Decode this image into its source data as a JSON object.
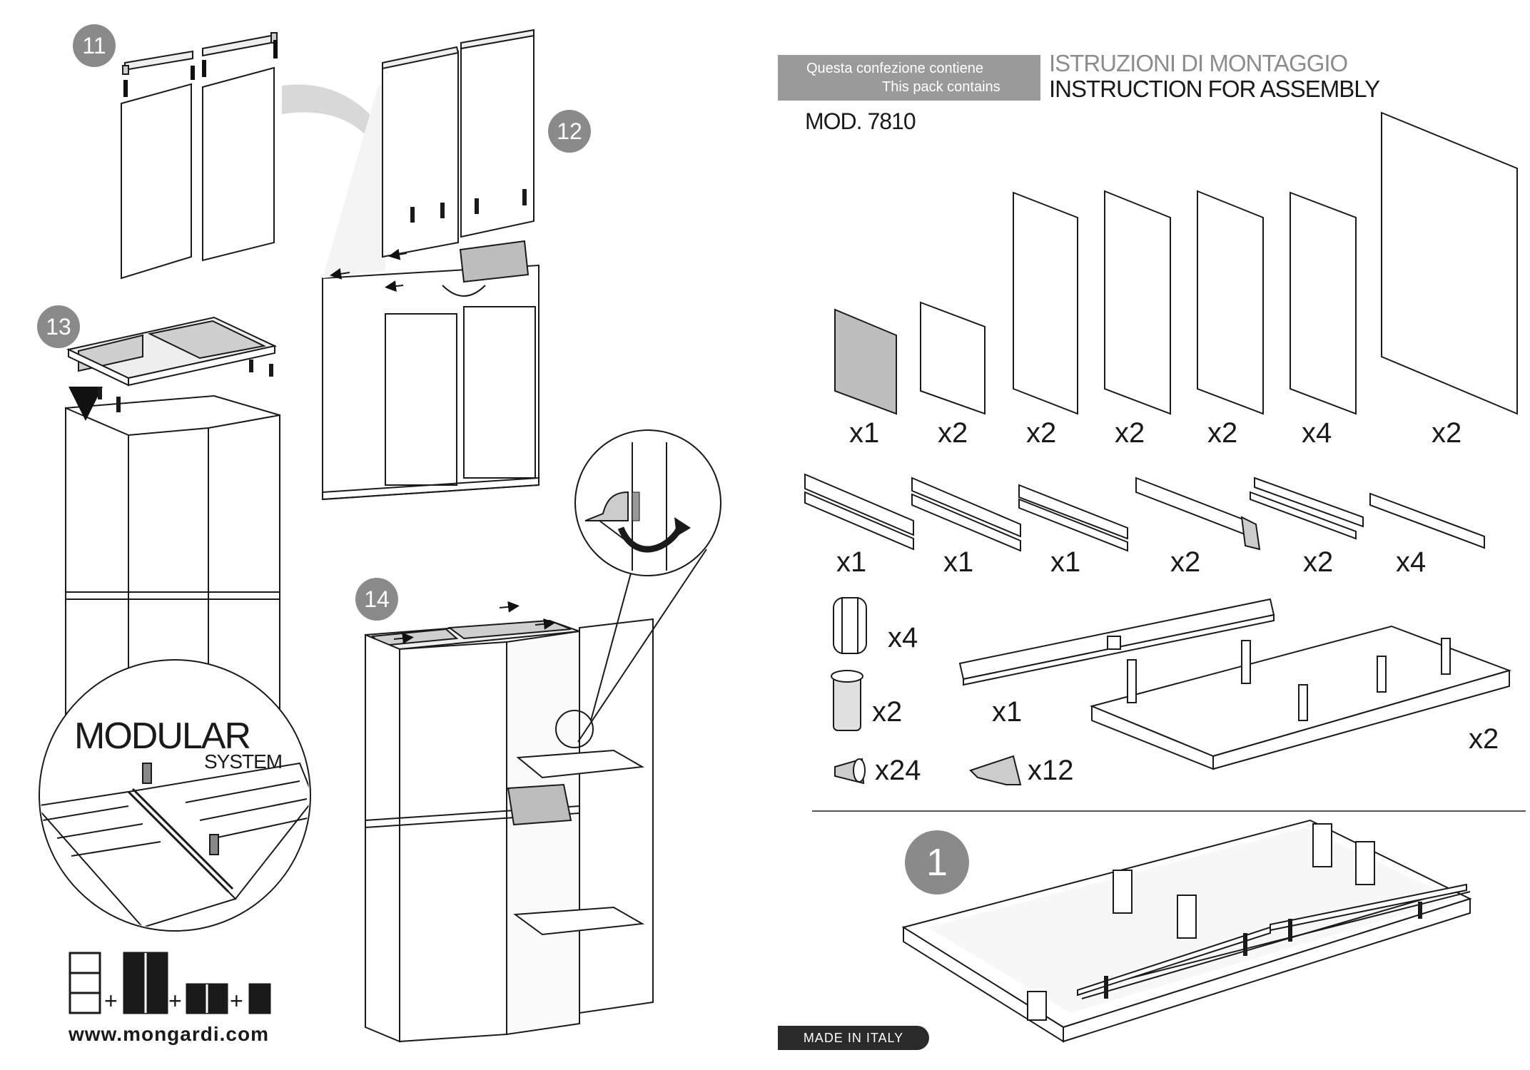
{
  "steps": {
    "s11": "11",
    "s12": "12",
    "s13": "13",
    "s14": "14",
    "s1": "1"
  },
  "modular": {
    "title": "MODULAR",
    "subtitle": "SYSTEM",
    "website": "www.mongardi.com"
  },
  "header": {
    "pack_it": "Questa confezione contiene",
    "pack_en": "This pack contains",
    "title_it": "ISTRUZIONI DI MONTAGGIO",
    "title_en": "INSTRUCTION FOR ASSEMBLY",
    "model": "MOD. 7810"
  },
  "parts": {
    "panels": [
      "x1",
      "x2",
      "x2",
      "x2",
      "x2",
      "x4",
      "x2"
    ],
    "frames": [
      "x1",
      "x1",
      "x1",
      "x2",
      "x2",
      "x4"
    ],
    "hardware": {
      "connector": "x4",
      "pin": "x2",
      "bar": "x1",
      "peg": "x24",
      "shelf_support": "x12",
      "base": "x2"
    }
  },
  "footer": {
    "made_in": "MADE IN ITALY"
  },
  "colors": {
    "badge": "#8a8a8a",
    "header_box": "#9a9a9a",
    "line": "#1a1a1a",
    "fill_grey": "#bdbdbd"
  }
}
